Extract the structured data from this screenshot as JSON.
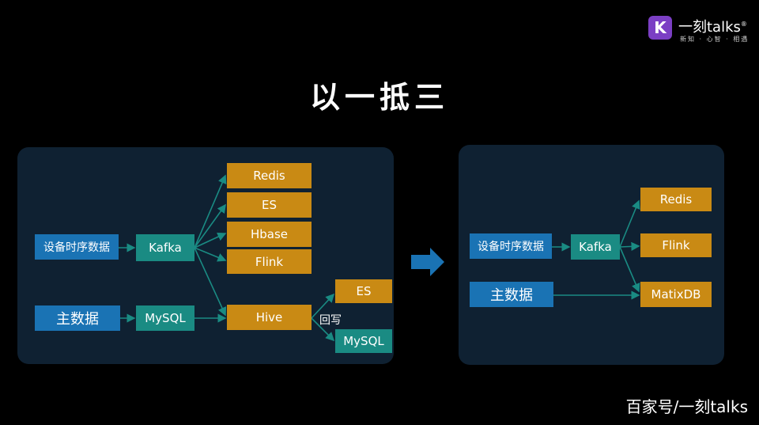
{
  "logo": {
    "mark": "K",
    "name": "一刻talks",
    "reg": "®",
    "tagline": "新知 · 心智 · 相遇"
  },
  "title": "以一抵三",
  "left": {
    "nodes": {
      "device_data": "设备时序数据",
      "master_data": "主数据",
      "kafka": "Kafka",
      "mysql": "MySQL",
      "redis": "Redis",
      "es": "ES",
      "hbase": "Hbase",
      "flink": "Flink",
      "hive": "Hive",
      "es2": "ES",
      "mysql2": "MySQL"
    },
    "writeback_label": "回写"
  },
  "right": {
    "nodes": {
      "device_data": "设备时序数据",
      "master_data": "主数据",
      "kafka": "Kafka",
      "redis": "Redis",
      "flink": "Flink",
      "matrixdb": "MatixDB"
    }
  },
  "watermark": "百家号/一刻talks",
  "colors": {
    "source": "#1a73b4",
    "middleware": "#1a8b83",
    "target": "#c98a14",
    "panel": "#0f2132",
    "arrow": "#1a73b4"
  }
}
